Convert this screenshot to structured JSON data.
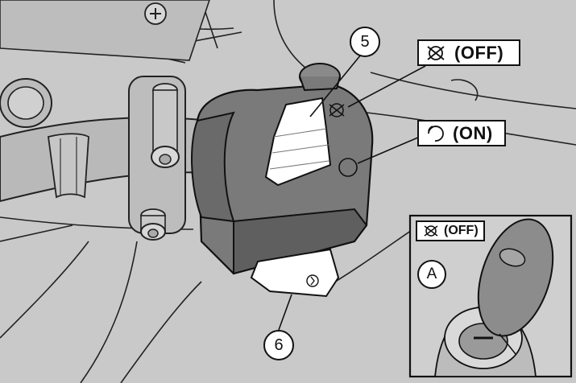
{
  "callouts": {
    "off_label": "(OFF)",
    "on_label": "(ON)",
    "inset_off_label": "(OFF)",
    "part_5": "5",
    "part_6": "6",
    "part_a": "A"
  },
  "icons": {
    "off_symbol": "engine-stop-off-icon",
    "on_symbol": "run-on-circle-icon"
  },
  "colors": {
    "background": "#c9c9c9",
    "housing": "#7a7a7a",
    "housing_dark": "#5f5f5f",
    "outline": "#111111",
    "label_bg": "#ffffff"
  }
}
